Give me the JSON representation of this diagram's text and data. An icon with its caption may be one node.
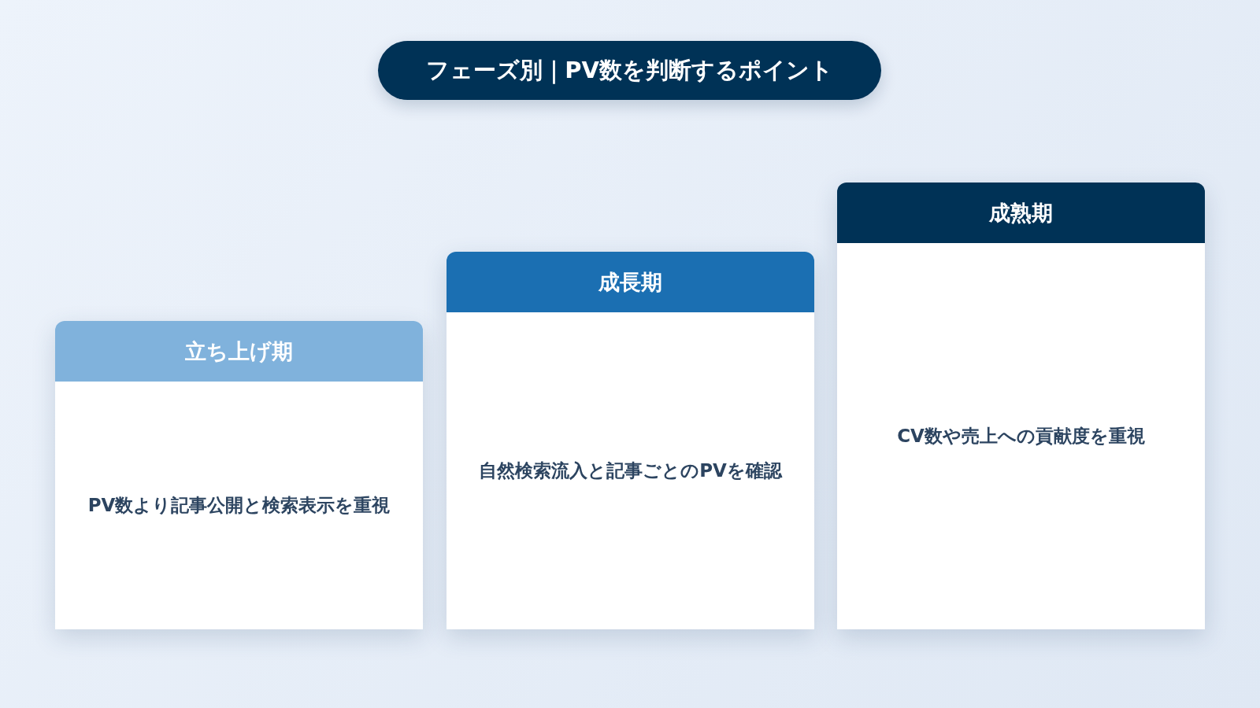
{
  "diagram": {
    "title": "フェーズ別｜PV数を判断するポイント",
    "nodes": [
      {
        "text": [
          "立ち上げ期",
          "PV数より記事公開と検索表示を重視"
        ]
      },
      {
        "text": [
          "成長期",
          "自然検索流入と記事ごとのPVを確認"
        ]
      },
      {
        "text": [
          "成熟期",
          "CV数や売上への貢献度を重視"
        ]
      }
    ]
  }
}
